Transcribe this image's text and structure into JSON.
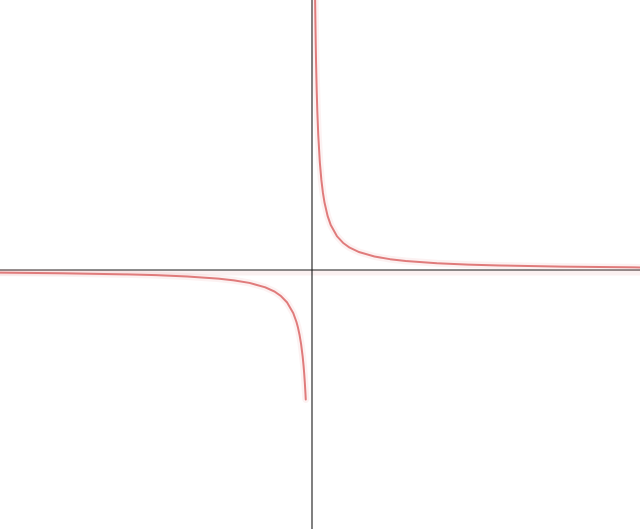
{
  "chart_data": {
    "type": "line",
    "title": "",
    "xlabel": "",
    "ylabel": "",
    "grid": false,
    "legend": "none",
    "xlim": [
      -10,
      10.5
    ],
    "ylim": [
      -10,
      10
    ],
    "series": [
      {
        "color": "#e07b7b",
        "branches": [
          {
            "x": [
              -10,
              -8,
              -6,
              -5,
              -4,
              -3,
              -2.5,
              -2,
              -1.5,
              -1.2,
              -1,
              -0.8,
              -0.6,
              -0.5,
              -0.45,
              -0.4,
              -0.35,
              -0.3,
              -0.27,
              -0.25,
              -0.23,
              -0.21,
              -0.2
            ],
            "y": [
              -0.1,
              -0.125,
              -0.167,
              -0.2,
              -0.25,
              -0.333,
              -0.4,
              -0.5,
              -0.667,
              -0.833,
              -1,
              -1.25,
              -1.667,
              -2,
              -2.222,
              -2.5,
              -2.857,
              -3.333,
              -3.704,
              -4,
              -4.348,
              -4.762,
              -5
            ]
          },
          {
            "x": [
              0.1,
              0.11,
              0.12,
              0.13,
              0.15,
              0.17,
              0.2,
              0.25,
              0.3,
              0.35,
              0.4,
              0.5,
              0.6,
              0.8,
              1,
              1.2,
              1.5,
              2,
              2.5,
              3,
              4,
              5,
              6,
              8,
              10,
              10.5
            ],
            "y": [
              10,
              9.091,
              8.333,
              7.692,
              6.667,
              5.882,
              5,
              4,
              3.333,
              2.857,
              2.5,
              2,
              1.667,
              1.25,
              1,
              0.833,
              0.667,
              0.5,
              0.4,
              0.333,
              0.25,
              0.2,
              0.167,
              0.125,
              0.1,
              0.095
            ]
          }
        ]
      }
    ]
  }
}
